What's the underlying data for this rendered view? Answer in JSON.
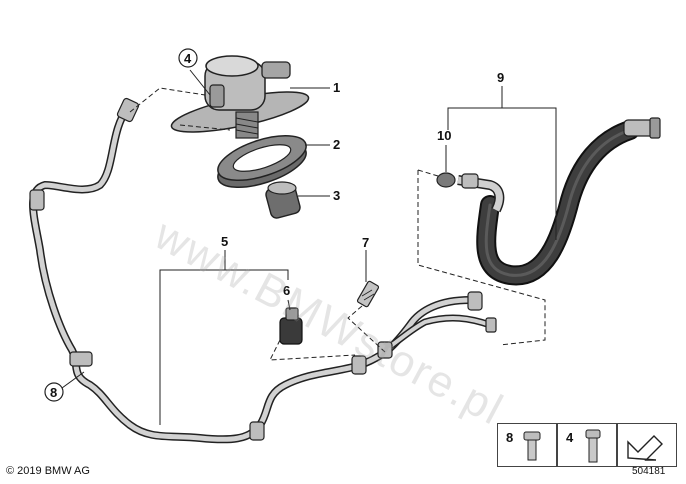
{
  "diagram": {
    "callouts": [
      "1",
      "2",
      "3",
      "4",
      "5",
      "6",
      "7",
      "8",
      "9",
      "10"
    ],
    "legend": {
      "items": [
        "8",
        "4"
      ]
    },
    "copyright": "© 2019 BMW AG",
    "diagram_id": "504181",
    "watermark": "www.BMWstore.pl"
  },
  "colors": {
    "line": "#222222",
    "pipe_fill": "#c9c9c9",
    "hose_fill": "#3a3a3a",
    "part_grey": "#9a9a9a"
  }
}
